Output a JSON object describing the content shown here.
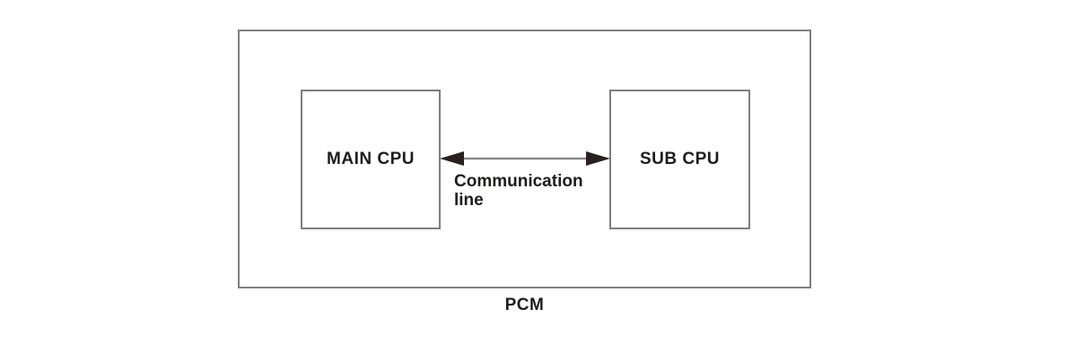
{
  "diagram": {
    "pcm_label": "PCM",
    "main_cpu_label": "MAIN CPU",
    "sub_cpu_label": "SUB CPU",
    "communication_label": "Communication\nline",
    "colors": {
      "background": "#ffffff",
      "box_border": "#7f7f7f",
      "arrow_shaft": "#8a8a8a",
      "arrow_head": "#29211f",
      "text": "#1d1d1b"
    }
  }
}
